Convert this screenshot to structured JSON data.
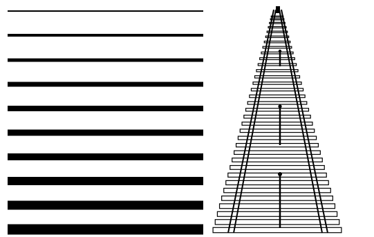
{
  "illustration": {
    "left_panel": {
      "subject": "horizontal-lines-of-increasing-thickness",
      "line_count": 10,
      "line_color": "#000000"
    },
    "right_panel": {
      "subject": "railroad-track-perspective",
      "rail_color": "#000000",
      "tie_color": "#000000",
      "person_figure_count": 3
    },
    "background_color": "#ffffff"
  }
}
